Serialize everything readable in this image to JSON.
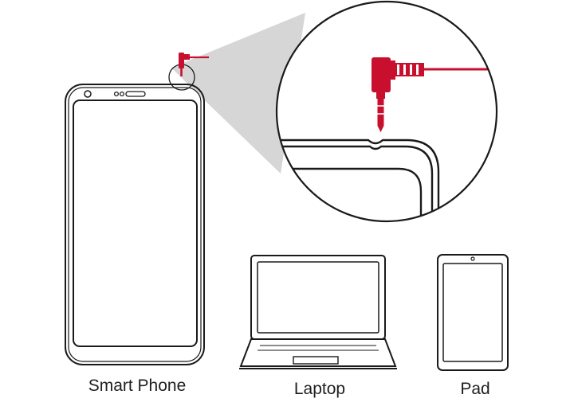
{
  "labels": {
    "smart_phone": "Smart Phone",
    "laptop": "Laptop",
    "pad": "Pad"
  },
  "colors": {
    "outline": "#1a1a1a",
    "connector": "#c8102e",
    "zoom_cone": "#d6d6d6",
    "background": "#ffffff"
  },
  "icons": {
    "connector": "headset-plug-icon"
  }
}
